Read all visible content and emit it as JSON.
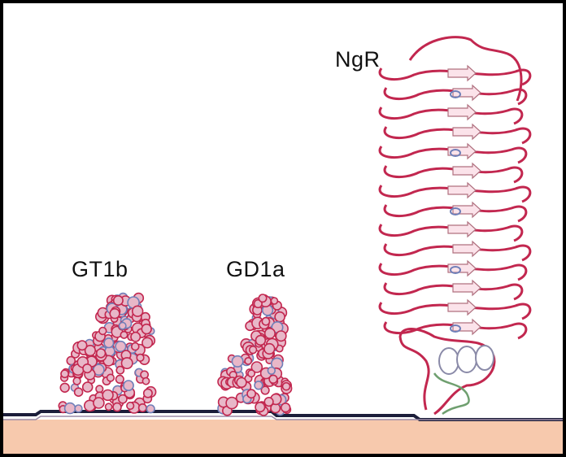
{
  "labels": {
    "gt1b": "GT1b",
    "gd1a": "GD1a",
    "ngr": "NgR"
  },
  "colors": {
    "membrane_fill": "#f7c9ad",
    "membrane_line": "#1c1e3a",
    "molecule_main": "#c2274f",
    "molecule_secondary": "#6f7fb8",
    "helix": "#ffffff",
    "frame": "#000000"
  }
}
